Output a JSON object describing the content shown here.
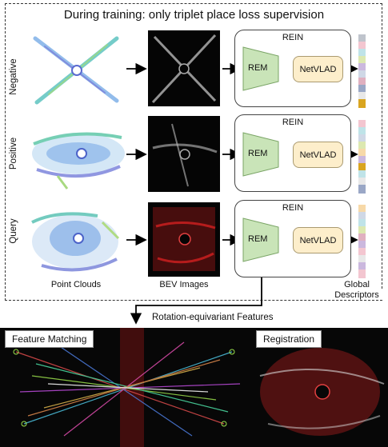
{
  "title": "During training: only triplet place loss supervision",
  "rows": [
    {
      "label": "Negative",
      "rein_label": "REIN",
      "rem_label": "REM",
      "netvlad_label": "NetVLAD"
    },
    {
      "label": "Positive",
      "rein_label": "REIN",
      "rem_label": "REM",
      "netvlad_label": "NetVLAD"
    },
    {
      "label": "Query",
      "rein_label": "REIN",
      "rem_label": "REM",
      "netvlad_label": "NetVLAD"
    }
  ],
  "captions": {
    "point_clouds": "Point Clouds",
    "bev_images": "BEV Images",
    "global_descriptors_line1": "Global",
    "global_descriptors_line2": "Descriptors"
  },
  "features_label": "Rotation-equivariant Features",
  "bottom": {
    "feature_matching": "Feature Matching",
    "registration": "Registration"
  },
  "colors": {
    "rem_fill": "#c9e4b8",
    "netvlad_fill": "#fdeecb",
    "query_bev": "#c21e1e",
    "descriptor_palette": [
      "#f3c6d0",
      "#cfd8e6",
      "#bfe3e8",
      "#dce8b0",
      "#f7d9a8",
      "#cbb8de",
      "#e8e8e8",
      "#9aa7c6",
      "#e0b0c0",
      "#d9a520"
    ]
  }
}
